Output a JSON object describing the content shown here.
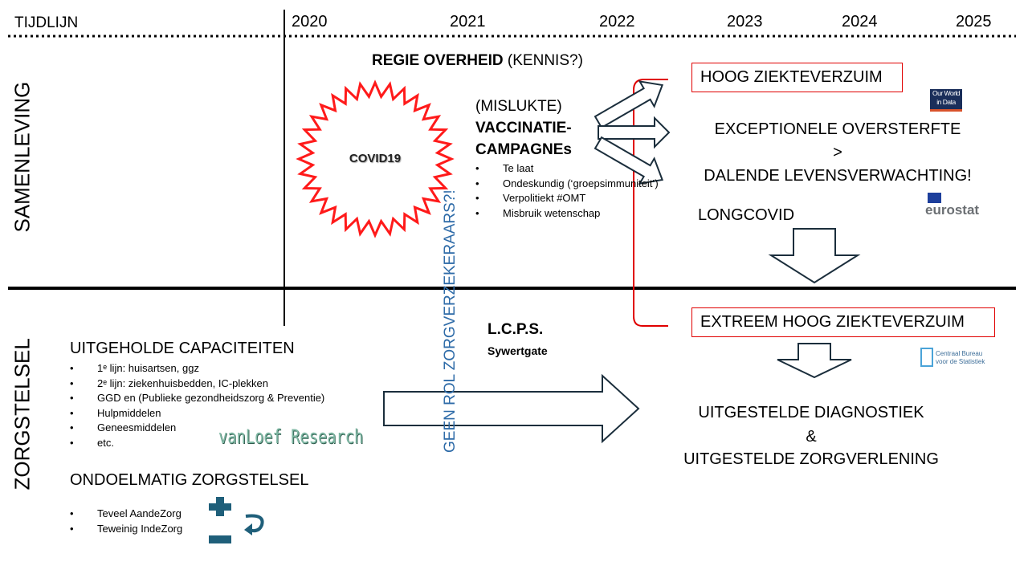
{
  "timeline": {
    "label": "TIJDLIJN",
    "years": [
      "2020",
      "2021",
      "2022",
      "2023",
      "2024",
      "2025"
    ]
  },
  "rows": {
    "top": "SAMENLEVING",
    "bottom": "ZORGSTELSEL"
  },
  "regie": {
    "bold": "REGIE OVERHEID",
    "normal": " (KENNIS?)"
  },
  "covid": "COVID19",
  "vaccination": {
    "line1": "(MISLUKTE)",
    "line2": "VACCINATIE-",
    "line3": "CAMPAGNEs",
    "bullets": [
      "Te laat",
      "Ondeskundig (‘groepsimmuniteit’)",
      "Verpolitiekt #OMT",
      "Misbruik wetenschap"
    ]
  },
  "society_effects": {
    "box": "HOOG ZIEKTEVERZUIM",
    "oversterfte": "EXCEPTIONELE OVERSTERFTE",
    "gt": ">",
    "levens": "DALENDE LEVENSVERWACHTING!",
    "longcovid": "LONGCOVID"
  },
  "logos": {
    "owid": "Our World in Data",
    "eurostat": "eurostat",
    "cbs": "Centraal Bureau voor de Statistiek",
    "vanloef": "vanLoef Research"
  },
  "vertical_note": "GEEN ROL ZORGVERZEKERAARS?!",
  "capaciteiten": {
    "title": "UITGEHOLDE CAPACITEITEN",
    "bullets": [
      "1ᵉ lijn: huisartsen, ggz",
      "2ᵉ lijn: ziekenhuisbedden, IC-plekken",
      "GGD en (Publieke gezondheidszorg & Preventie)",
      "Hulpmiddelen",
      "Geneesmiddelen",
      "etc."
    ]
  },
  "ondoelmatig": {
    "title": "ONDOELMATIG ZORGSTELSEL",
    "bullets": [
      "Teveel AandeZorg",
      "Teweinig IndeZorg"
    ]
  },
  "lcps": {
    "title": "L.C.P.S.",
    "sub": "Sywertgate"
  },
  "care_effects": {
    "box": "EXTREEM HOOG ZIEKTEVERZUIM",
    "line1": "UITGESTELDE DIAGNOSTIEK",
    "amp": "&",
    "line2": "UITGESTELDE ZORGVERLENING"
  },
  "colors": {
    "red": "#e00000",
    "navy": "#1b2e3c",
    "blue": "#2e6ba8",
    "teal": "#1f5f7a"
  }
}
